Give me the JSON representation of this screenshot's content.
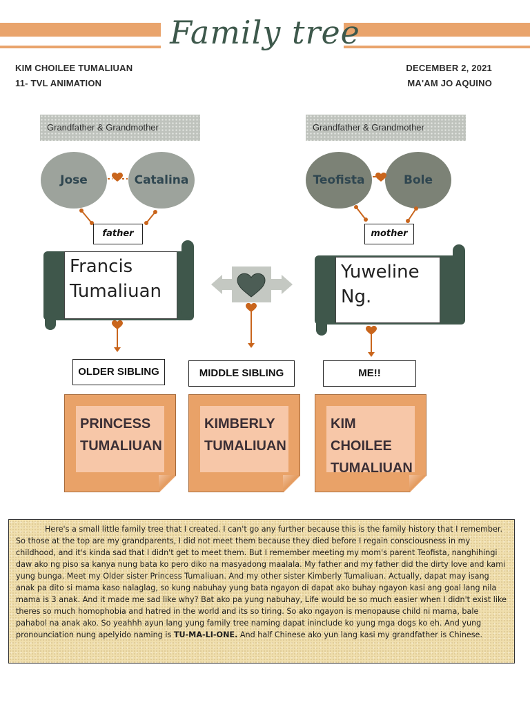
{
  "header": {
    "title": "Family tree",
    "student_name": "KIM CHOILEE TUMALIUAN",
    "section": "11- TVL ANIMATION",
    "date": "DECEMBER 2, 2021",
    "teacher": "MA'AM JO AQUINO"
  },
  "paternal": {
    "label": "Grandfather & Grandmother",
    "grandfather": "Jose",
    "grandmother": "Catalina",
    "role": "father",
    "parent_name_line1": "Francis",
    "parent_name_line2": "Tumaliuan"
  },
  "maternal": {
    "label": "Grandfather & Grandmother",
    "grandfather": "Teofista",
    "grandmother": "Bole",
    "role": "mother",
    "parent_name_line1": "Yuweline",
    "parent_name_line2": "Ng."
  },
  "siblings": [
    {
      "label": "OLDER SIBLING",
      "name_line1": "PRINCESS",
      "name_line2": "TUMALIUAN"
    },
    {
      "label": "MIDDLE SIBLING",
      "name_line1": "KIMBERLY",
      "name_line2": "TUMALIUAN"
    },
    {
      "label": "ME!!",
      "name_line1": "KIM CHOILEE",
      "name_line2": "TUMALIUAN"
    }
  ],
  "story": {
    "text_before_bold": "Here's a small little family tree that I created. I can't go any further because this is the family history that I remember. So those at the top are my grandparents, I did not meet them because they died before I regain consciousness in my childhood, and it's kinda sad that I didn't get to meet them. But I remember meeting my mom's parent Teofista, nanghihingi daw ako ng piso sa kanya nung bata ko pero diko na masyadong maalala. My father and my father did the dirty love and kami yung bunga. Meet my Older sister Princess Tumaliuan. And my other sister Kimberly Tumaliuan. Actually, dapat may isang anak pa dito si mama kaso nalaglag, so kung nabuhay yung bata ngayon di dapat ako buhay ngayon kasi ang goal lang nila mama is 3 anak. And it made me sad like why? Bat ako pa yung nabuhay, Life would be so much easier when I didn't exist like theres so much homophobia and hatred in the world and its so tiring. So ako ngayon is menopause child ni mama, bale pahabol na anak ako. So yeahhh ayun lang yung family tree naming dapat ininclude ko yung mga dogs ko eh. And yung pronounciation nung apelyido naming is ",
    "bold_text": "TU-MA-LI-ONE.",
    "text_after_bold": " And half Chinese ako yun lang kasi my grandfather is Chinese."
  },
  "colors": {
    "accent_orange": "#e9a46c",
    "dark_green": "#3f574b",
    "arrow_orange": "#c9651c"
  }
}
